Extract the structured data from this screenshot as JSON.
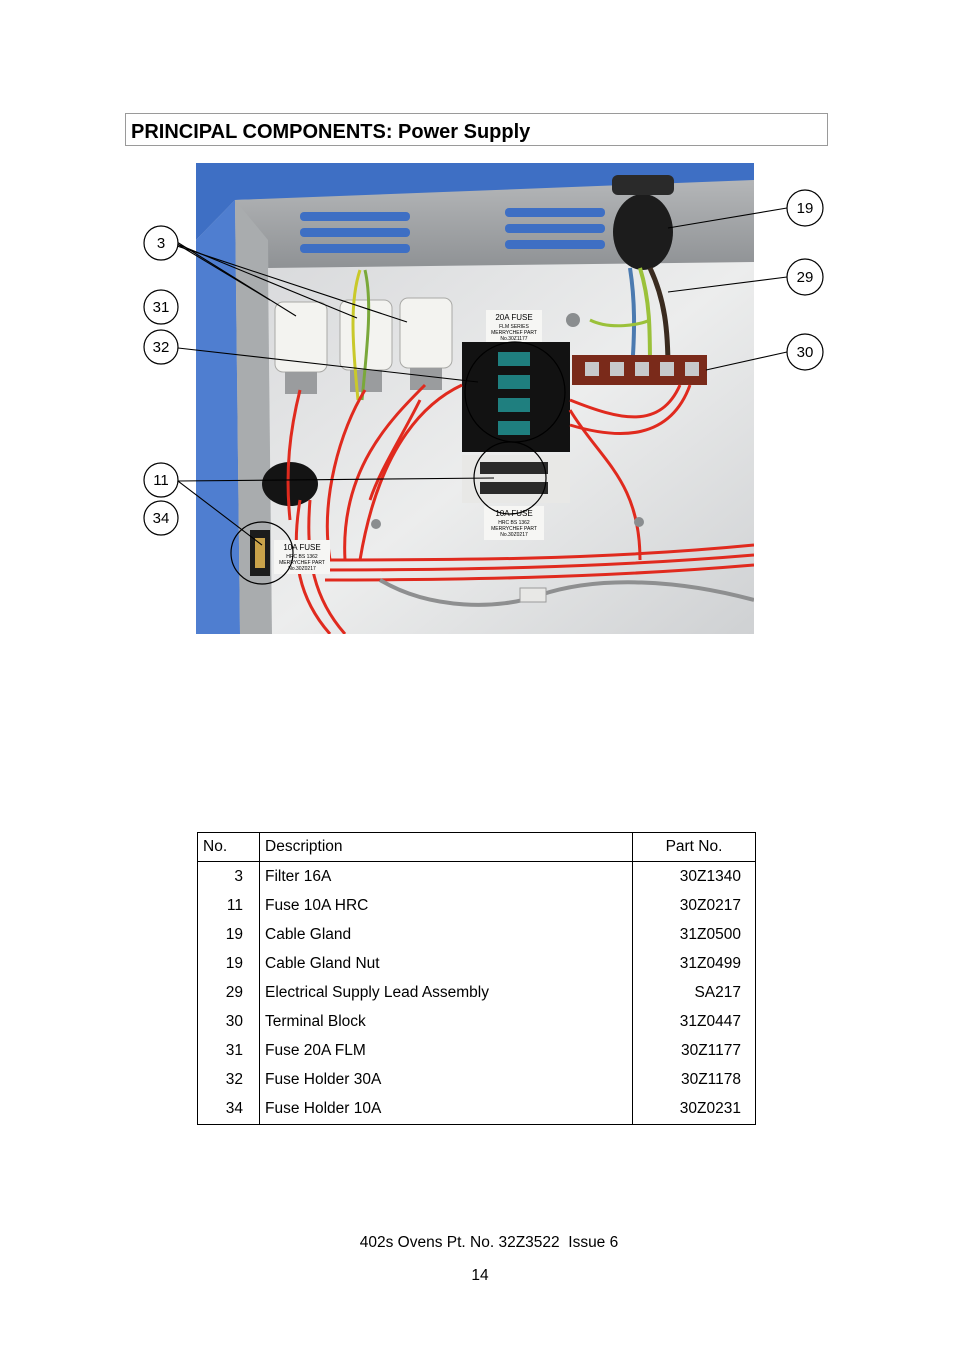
{
  "page": {
    "title": "PRINCIPAL COMPONENTS: Power Supply"
  },
  "figure": {
    "callouts": [
      "3",
      "31",
      "32",
      "11",
      "34",
      "19",
      "29",
      "30"
    ],
    "photo_labels": {
      "fuse_20a_title": "20A FUSE",
      "fuse_20a_line1": "FLM SERIES",
      "fuse_20a_line2": "MERRYCHEF PART",
      "fuse_20a_line3": "No.30Z1177",
      "fuse_10a_title": "10A FUSE",
      "fuse_10a_line1": "HRC BS 1362",
      "fuse_10a_line2": "MERRYCHEF PART",
      "fuse_10a_line3": "No.30Z0217",
      "fuse_10a_side_title": "10A FUSE",
      "fuse_10a_side_line1": "HRC BS 1362",
      "fuse_10a_side_line2": "MERRYCHEF PART",
      "fuse_10a_side_line3": "No.30Z0217"
    },
    "colors": {
      "wire_red": "#e02a1e",
      "panel_blue": "#3e6fc4",
      "earth_wire_green": "#9bc13a",
      "terminal_brown": "#7a2a1a"
    }
  },
  "table": {
    "headers": {
      "no": "No.",
      "description": "Description",
      "part_no": "Part No."
    },
    "rows": [
      {
        "no": "3",
        "description": "Filter 16A",
        "part_no": "30Z1340"
      },
      {
        "no": "11",
        "description": "Fuse 10A HRC",
        "part_no": "30Z0217"
      },
      {
        "no": "19",
        "description": "Cable Gland",
        "part_no": "31Z0500"
      },
      {
        "no": "19",
        "description": "Cable Gland Nut",
        "part_no": "31Z0499"
      },
      {
        "no": "29",
        "description": "Electrical Supply Lead Assembly",
        "part_no": "SA217"
      },
      {
        "no": "30",
        "description": "Terminal Block",
        "part_no": "31Z0447"
      },
      {
        "no": "31",
        "description": "Fuse 20A FLM",
        "part_no": "30Z1177"
      },
      {
        "no": "32",
        "description": "Fuse Holder 30A",
        "part_no": "30Z1178"
      },
      {
        "no": "34",
        "description": "Fuse Holder 10A",
        "part_no": "30Z0231"
      }
    ]
  },
  "footer": {
    "doc_ref": "402s Ovens Pt. No. 32Z3522  Issue 6",
    "page_number": "14"
  }
}
